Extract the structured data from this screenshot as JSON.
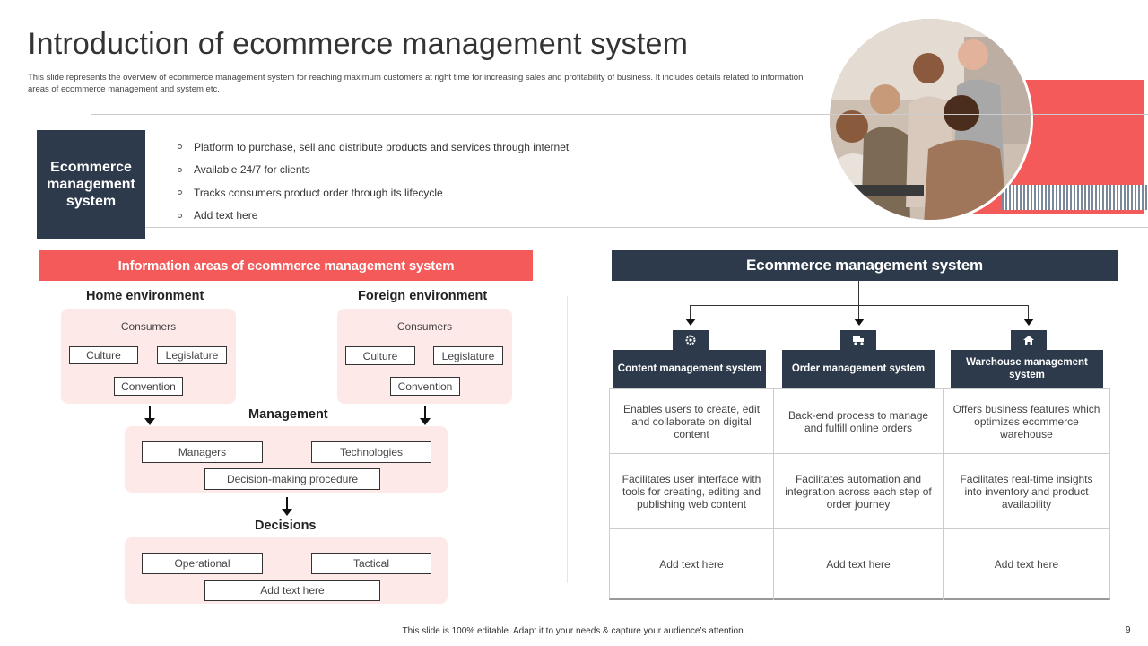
{
  "title": "Introduction of ecommerce management system",
  "subtitle": "This slide represents the overview of ecommerce management system for reaching maximum  customers at right time  for increasing sales and profitability of business. It includes details related to information areas of ecommerce management  and system etc.",
  "intro": {
    "label": "Ecommerce management system",
    "bullets": [
      "Platform to purchase, sell and distribute products and services through internet",
      "Available 24/7 for clients",
      "Tracks consumers product order through its lifecycle",
      "Add text here"
    ]
  },
  "info_areas": {
    "header": "Information areas of ecommerce management system",
    "home": {
      "title": "Home environment",
      "consumers": "Consumers",
      "culture": "Culture",
      "legislature": "Legislature",
      "convention": "Convention"
    },
    "foreign": {
      "title": "Foreign environment",
      "consumers": "Consumers",
      "culture": "Culture",
      "legislature": "Legislature",
      "convention": "Convention"
    },
    "management": {
      "title": "Management",
      "managers": "Managers",
      "technologies": "Technologies",
      "procedure": "Decision-making procedure"
    },
    "decisions": {
      "title": "Decisions",
      "operational": "Operational",
      "tactical": "Tactical",
      "add": "Add text here"
    }
  },
  "system": {
    "header": "Ecommerce management system",
    "columns": [
      {
        "icon": "content-gear-icon",
        "title": "Content management system",
        "rows": [
          "Enables users to create, edit and collaborate on digital content",
          "Facilitates user interface with tools for creating, editing and publishing web content",
          "Add text here"
        ]
      },
      {
        "icon": "order-truck-icon",
        "title": "Order management system",
        "rows": [
          "Back-end process to manage and fulfill online orders",
          "Facilitates automation and integration across each step of order journey",
          "Add text here"
        ]
      },
      {
        "icon": "warehouse-house-icon",
        "title": "Warehouse management system",
        "rows": [
          "Offers business features which optimizes ecommerce warehouse",
          "Facilitates real-time insights into inventory and product availability",
          "Add text here"
        ]
      }
    ]
  },
  "footer": "This slide is 100% editable.  Adapt it to your needs & capture your audience’s attention.",
  "page_number": "9",
  "colors": {
    "accent_red": "#f45a5a",
    "navy": "#2d3a4b",
    "pink_fill": "#fde9e7"
  }
}
